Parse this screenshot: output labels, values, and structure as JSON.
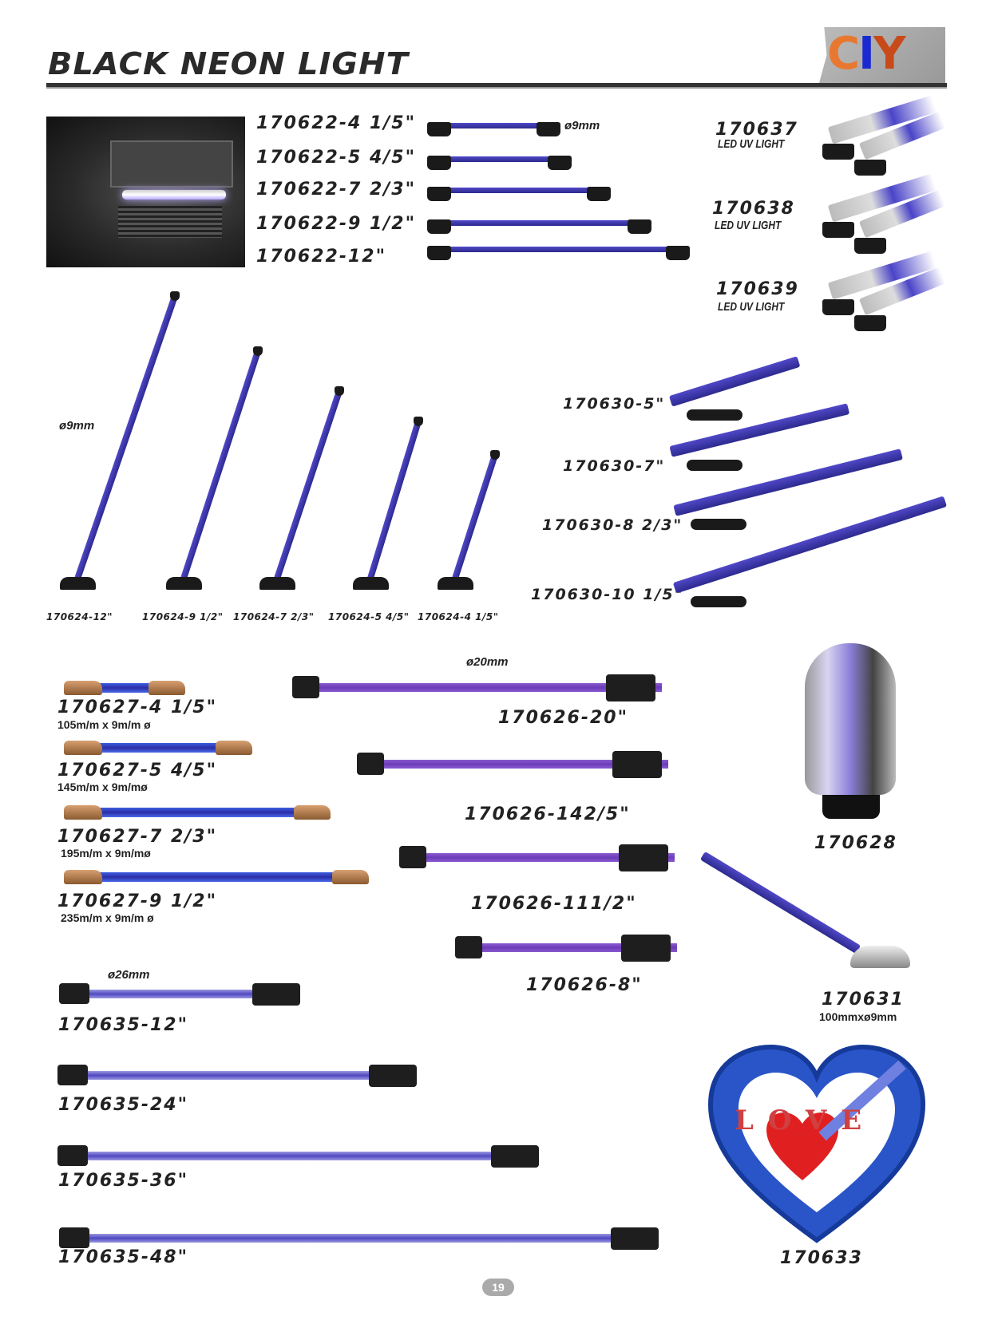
{
  "header": {
    "title": "BLACK NEON LIGHT",
    "logo": "CIY"
  },
  "page_number": "19",
  "colors": {
    "neon_blue": "#2d2a8e",
    "neon_purple": "#6a3db8",
    "logo_orange": "#e87830",
    "logo_blue": "#1a2ad0"
  },
  "s170622": {
    "diameter": "ø9mm",
    "items": [
      "170622-4 1/5\"",
      "170622-5 4/5\"",
      "170622-7 2/3\"",
      "170622-9 1/2\"",
      "170622-12\""
    ]
  },
  "led": [
    {
      "code": "170637",
      "desc": "LED UV LIGHT"
    },
    {
      "code": "170638",
      "desc": "LED UV LIGHT"
    },
    {
      "code": "170639",
      "desc": "LED UV LIGHT"
    }
  ],
  "s170624": {
    "diameter": "ø9mm",
    "items": [
      "170624-12\"",
      "170624-9 1/2\"",
      "170624-7 2/3\"",
      "170624-5 4/5\"",
      "170624-4 1/5\""
    ]
  },
  "s170630": {
    "items": [
      "170630-5\"",
      "170630-7\"",
      "170630-8 2/3\"",
      "170630-10 1/5\""
    ]
  },
  "s170627": {
    "items": [
      {
        "code": "170627-4 1/5\"",
        "size": "105m/m x 9m/m ø"
      },
      {
        "code": "170627-5 4/5\"",
        "size": "145m/m x 9m/mø"
      },
      {
        "code": "170627-7 2/3\"",
        "size": "195m/m x 9m/mø"
      },
      {
        "code": "170627-9 1/2\"",
        "size": "235m/m x 9m/m ø"
      }
    ]
  },
  "s170626": {
    "diameter": "ø20mm",
    "items": [
      "170626-20\"",
      "170626-142/5\"",
      "170626-111/2\"",
      "170626-8\""
    ]
  },
  "s170628": {
    "code": "170628"
  },
  "s170631": {
    "code": "170631",
    "size": "100mmxø9mm"
  },
  "s170635": {
    "diameter": "ø26mm",
    "items": [
      "170635-12\"",
      "170635-24\"",
      "170635-36\"",
      "170635-48\""
    ]
  },
  "s170633": {
    "code": "170633",
    "heart_text": "LOVE"
  }
}
